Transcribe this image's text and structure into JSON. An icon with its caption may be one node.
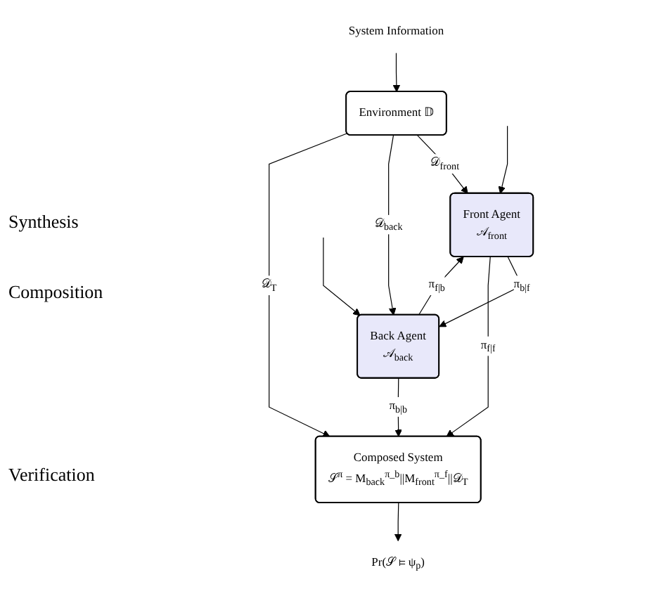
{
  "diagram": {
    "nodes": [
      {
        "text": [
          "System Information"
        ]
      },
      {
        "text": [
          "Environment 𝔻"
        ]
      },
      {
        "text": [
          "Front Agent",
          "𝒜$_{front}$"
        ]
      },
      {
        "text": [
          "Back Agent",
          "𝒜$_{back}$"
        ]
      },
      {
        "text": [
          "Composed System",
          "𝒮$^{π}$ = M$_{back}$$^{π_b}$||M$_{front}$$^{π_f}$||𝒟$_{T}$"
        ]
      },
      {
        "text": [
          "Pr(𝒮 ⊨ ψ$_{p}$)"
        ]
      }
    ],
    "edges": [
      {
        "from": 0,
        "to": 1,
        "arrow": "to"
      },
      {
        "from": null,
        "to": 2,
        "arrow": "to"
      },
      {
        "from": null,
        "to": 3,
        "arrow": "to"
      },
      {
        "from": 1,
        "to": 2,
        "arrow": "to",
        "label": "𝒟$_{front}$"
      },
      {
        "from": 1,
        "to": 3,
        "arrow": "to",
        "label": "𝒟$_{back}$"
      },
      {
        "from": 1,
        "to": 4,
        "arrow": "to",
        "label": "𝒟$_{T}$"
      },
      {
        "from": 2,
        "to": 3,
        "arrow": "to",
        "label": "π$_{b|f}$"
      },
      {
        "from": 3,
        "to": 2,
        "arrow": "to",
        "label": "π$_{f|b}$"
      },
      {
        "from": 2,
        "to": 4,
        "arrow": "to",
        "label": "π$_{f|f}$"
      },
      {
        "from": 3,
        "to": 4,
        "arrow": "to",
        "label": "π$_{b|b}$"
      },
      {
        "from": 4,
        "to": 5,
        "arrow": "to"
      }
    ],
    "labels": [
      "Synthesis",
      "Composition",
      "Verification"
    ]
  }
}
